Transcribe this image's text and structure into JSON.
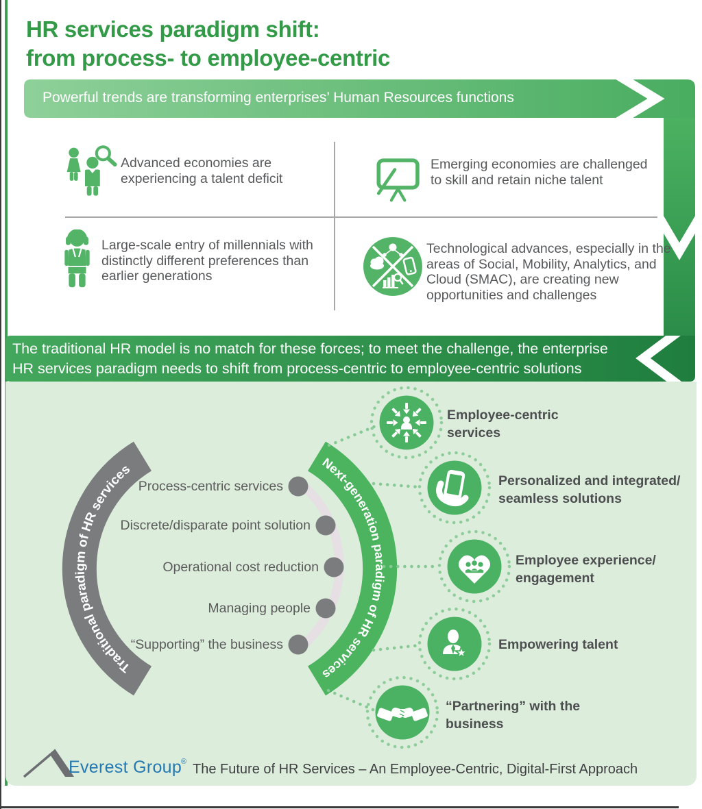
{
  "title": {
    "line1": "HR services paradigm shift:",
    "line2": "from process- to employee-centric"
  },
  "banner_trends": {
    "text": "Powerful trends are transforming enterprises’ Human Resources functions"
  },
  "trends": [
    {
      "icon": "talent-search-people-icon",
      "text": "Advanced economies are\nexperiencing a talent deficit"
    },
    {
      "icon": "presentation-board-icon",
      "text": "Emerging economies are challenged\nto skill and retain niche talent"
    },
    {
      "icon": "millennial-person-icon",
      "text": "Large-scale entry of millennials with\ndistinctly different preferences than\nearlier generations"
    },
    {
      "icon": "smac-technology-icon",
      "text": "Technological advances, especially in the\nareas of Social, Mobility, Analytics, and\nCloud (SMAC), are creating new\nopportunities and challenges"
    }
  ],
  "banner_shift": {
    "text": "The traditional HR model is no match for these forces; to meet the challenge, the enterprise\nHR services paradigm needs to shift from process-centric to employee-centric solutions"
  },
  "paradigm": {
    "traditional": {
      "arc_label": "Traditional paradigm of HR services",
      "items": [
        "Process-centric services",
        "Discrete/disparate point solution",
        "Operational cost reduction",
        "Managing people",
        "“Supporting” the business"
      ]
    },
    "next_gen": {
      "arc_label": "Next-generation paradigm of HR services",
      "items": [
        {
          "icon": "employee-convergence-icon",
          "label": "Employee-centric\nservices"
        },
        {
          "icon": "phone-in-hand-icon",
          "label": "Personalized and integrated/\nseamless solutions"
        },
        {
          "icon": "heart-people-icon",
          "label": "Employee experience/\nengagement"
        },
        {
          "icon": "talent-star-icon",
          "label": "Empowering talent"
        },
        {
          "icon": "handshake-icon",
          "label": "“Partnering” with the\nbusiness"
        }
      ]
    }
  },
  "footer": {
    "brand": "Everest Group",
    "registered": "®",
    "tagline": "The Future of HR Services – An Employee-Centric, Digital-First Approach"
  },
  "colors": {
    "title_green": "#339a47",
    "banner_light_green": "#8ed099",
    "banner_green": "#49ad60",
    "banner_dark_green": "#1f7e3e",
    "panel_green": "#dceddc",
    "icon_green": "#53b467",
    "circle_green": "#4bb163",
    "arc_green": "#4cb35f",
    "arc_gray": "#7b7c7e",
    "text_gray": "#57585a",
    "brand_blue": "#2579b2"
  }
}
